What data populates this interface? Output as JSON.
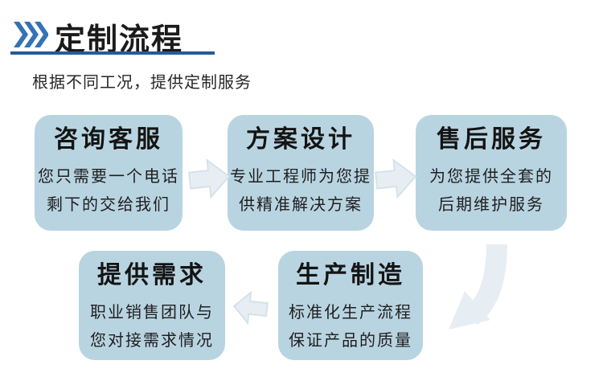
{
  "header": {
    "title": "定制流程",
    "icon": "triple-chevron-right"
  },
  "subtitle": "根据不同工况，提供定制服务",
  "steps": [
    {
      "title": "咨询客服",
      "line1": "您只需要一个电话",
      "line2": "剩下的交给我们"
    },
    {
      "title": "方案设计",
      "line1": "专业工程师为您提",
      "line2": "供精准解决方案"
    },
    {
      "title": "售后服务",
      "line1": "为您提供全套的",
      "line2": "后期维护服务"
    },
    {
      "title": "提供需求",
      "line1": "职业销售团队与",
      "line2": "您对接需求情况"
    },
    {
      "title": "生产制造",
      "line1": "标准化生产流程",
      "line2": "保证产品的质量"
    }
  ],
  "icons": {
    "header_chevrons": "»»»",
    "flow_arrow_right": "⇨",
    "flow_arrow_left": "⇦",
    "flow_arrow_down_left": "⤶"
  },
  "colors": {
    "chevron": "#3473b6",
    "underline": "#275b9a",
    "title_text": "#1b1b1b",
    "box_fill": "#b9d4e1",
    "arrow_fill": "#e7eef3",
    "arrow_stroke": "#d5e2ea"
  }
}
